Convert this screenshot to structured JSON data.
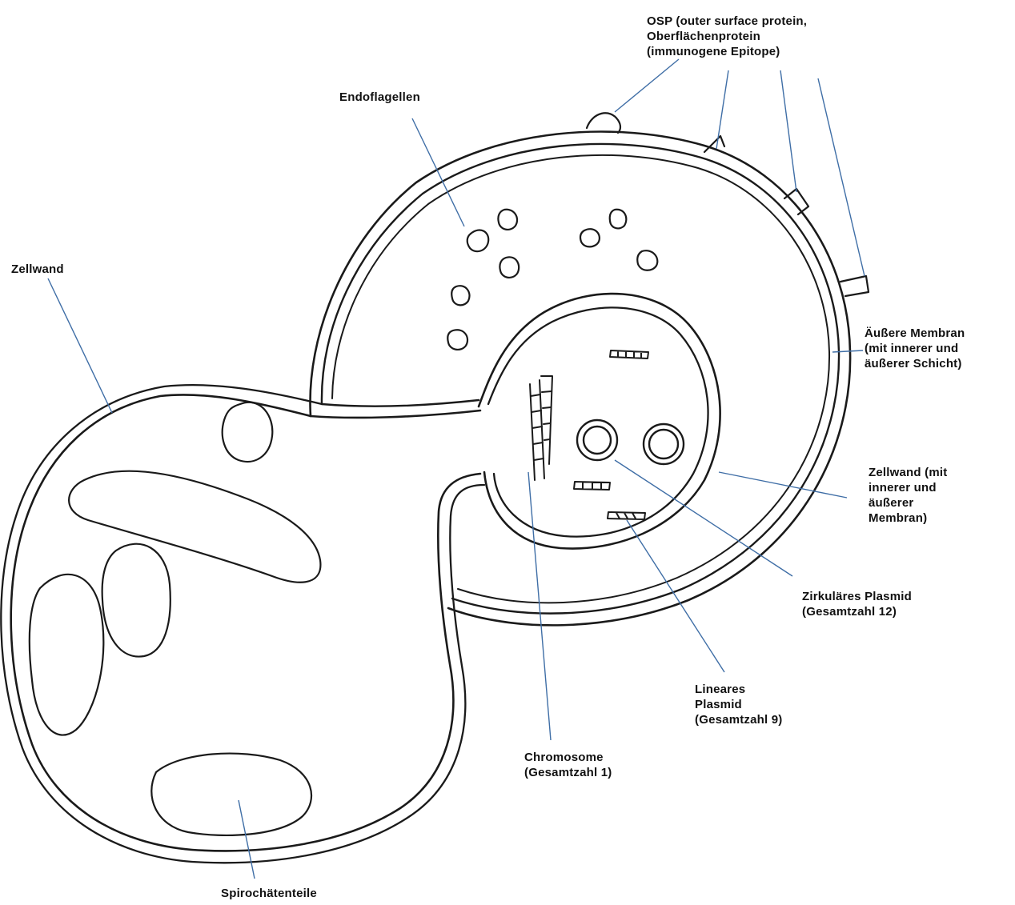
{
  "colors": {
    "background": "#ffffff",
    "sketch": "#1a1a1a",
    "leader_line": "#3f6ea6",
    "label_text": "#111111"
  },
  "labels": {
    "osp": [
      "OSP (outer surface protein,",
      "Oberflächenprotein",
      "(immunogene Epitope)"
    ],
    "endoflagellen": [
      "Endoflagellen"
    ],
    "zellwand_left": [
      "Zellwand"
    ],
    "aeussere_membran": [
      "Äußere Membran",
      "(mit innerer und",
      "äußerer Schicht)"
    ],
    "zellwand_right": [
      "Zellwand (mit",
      "innerer und",
      "äußerer",
      "Membran)"
    ],
    "zirkulaeres_plasmid": [
      "Zirkuläres Plasmid",
      "(Gesamtzahl 12)"
    ],
    "lineares_plasmid": [
      "Lineares",
      "Plasmid",
      "(Gesamtzahl 9)"
    ],
    "chromosome": [
      "Chromosome",
      "(Gesamtzahl 1)"
    ],
    "spirochaetenteile": [
      "Spirochätenteile"
    ]
  }
}
